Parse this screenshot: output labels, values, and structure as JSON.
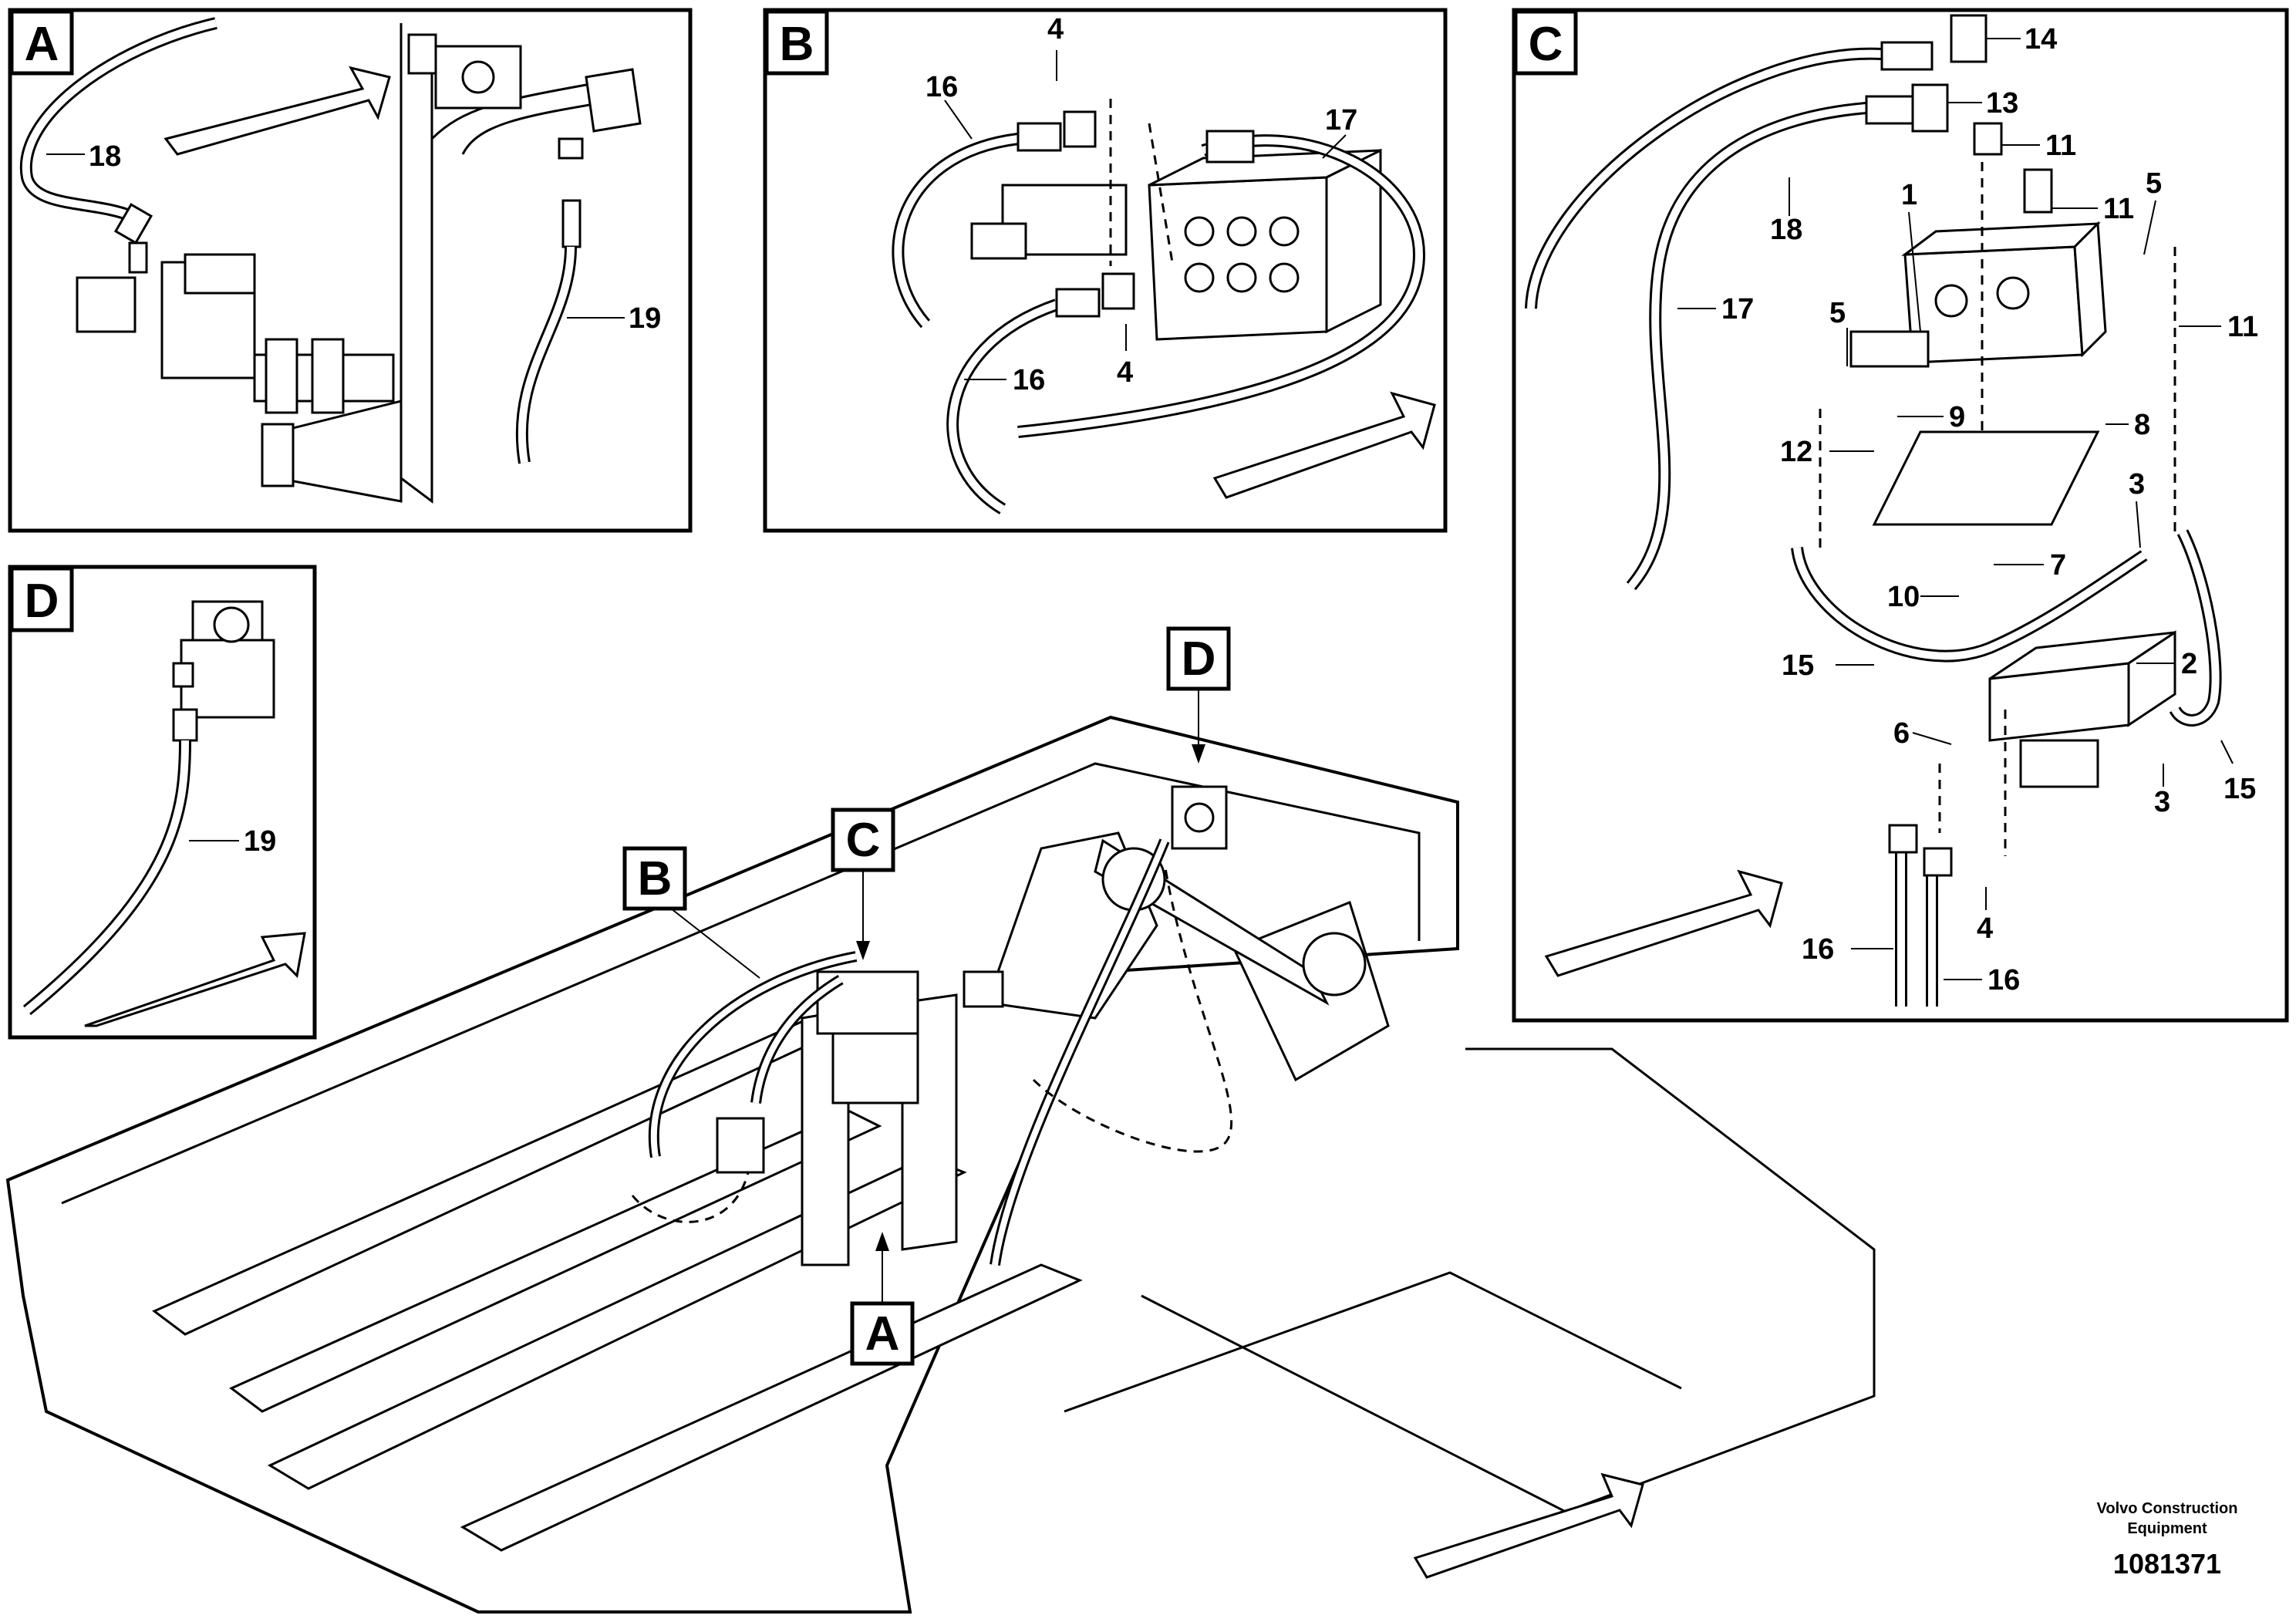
{
  "panels": {
    "A": {
      "label": "A",
      "callouts": [
        "18",
        "19"
      ]
    },
    "B": {
      "label": "B",
      "callouts": [
        "4",
        "16",
        "17",
        "16",
        "4"
      ]
    },
    "C": {
      "label": "C",
      "callouts": [
        "14",
        "13",
        "11",
        "11",
        "1",
        "5",
        "18",
        "17",
        "5",
        "11",
        "9",
        "8",
        "12",
        "3",
        "7",
        "10",
        "15",
        "2",
        "6",
        "3",
        "15",
        "4",
        "16",
        "16"
      ]
    },
    "D": {
      "label": "D",
      "callouts": [
        "19"
      ]
    }
  },
  "main_badges": [
    "B",
    "C",
    "D",
    "A"
  ],
  "footer": {
    "company_line1": "Volvo Construction",
    "company_line2": "Equipment",
    "drawing_number": "1081371"
  }
}
